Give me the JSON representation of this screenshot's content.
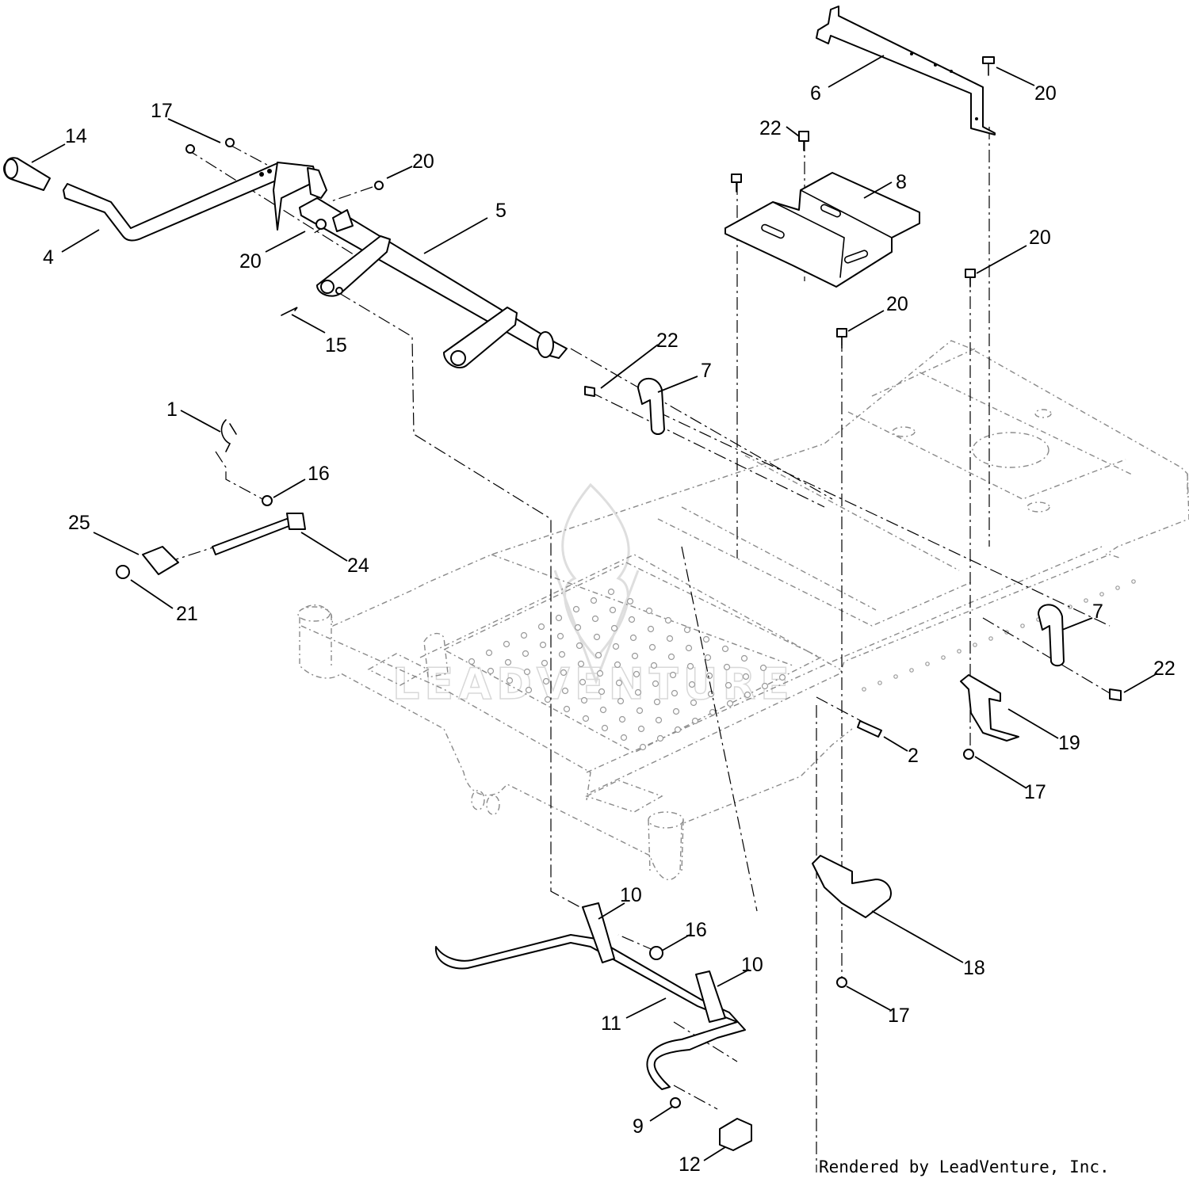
{
  "diagram": {
    "callouts": [
      {
        "id": "c14",
        "label": "14"
      },
      {
        "id": "c17a",
        "label": "17"
      },
      {
        "id": "c20a",
        "label": "20"
      },
      {
        "id": "c5",
        "label": "5"
      },
      {
        "id": "c4",
        "label": "4"
      },
      {
        "id": "c20b",
        "label": "20"
      },
      {
        "id": "c15",
        "label": "15"
      },
      {
        "id": "c6",
        "label": "6"
      },
      {
        "id": "c20c",
        "label": "20"
      },
      {
        "id": "c22a",
        "label": "22"
      },
      {
        "id": "c8",
        "label": "8"
      },
      {
        "id": "c20d",
        "label": "20"
      },
      {
        "id": "c20e",
        "label": "20"
      },
      {
        "id": "c22b",
        "label": "22"
      },
      {
        "id": "c7a",
        "label": "7"
      },
      {
        "id": "c1",
        "label": "1"
      },
      {
        "id": "c16a",
        "label": "16"
      },
      {
        "id": "c25",
        "label": "25"
      },
      {
        "id": "c24",
        "label": "24"
      },
      {
        "id": "c21",
        "label": "21"
      },
      {
        "id": "c7b",
        "label": "7"
      },
      {
        "id": "c22c",
        "label": "22"
      },
      {
        "id": "c19",
        "label": "19"
      },
      {
        "id": "c2",
        "label": "2"
      },
      {
        "id": "c17b",
        "label": "17"
      },
      {
        "id": "c10a",
        "label": "10"
      },
      {
        "id": "c16b",
        "label": "16"
      },
      {
        "id": "c10b",
        "label": "10"
      },
      {
        "id": "c18",
        "label": "18"
      },
      {
        "id": "c11",
        "label": "11"
      },
      {
        "id": "c17c",
        "label": "17"
      },
      {
        "id": "c9",
        "label": "9"
      },
      {
        "id": "c12",
        "label": "12"
      }
    ],
    "credit": "Rendered by LeadVenture, Inc.",
    "watermark": "LEADVENTURE"
  }
}
